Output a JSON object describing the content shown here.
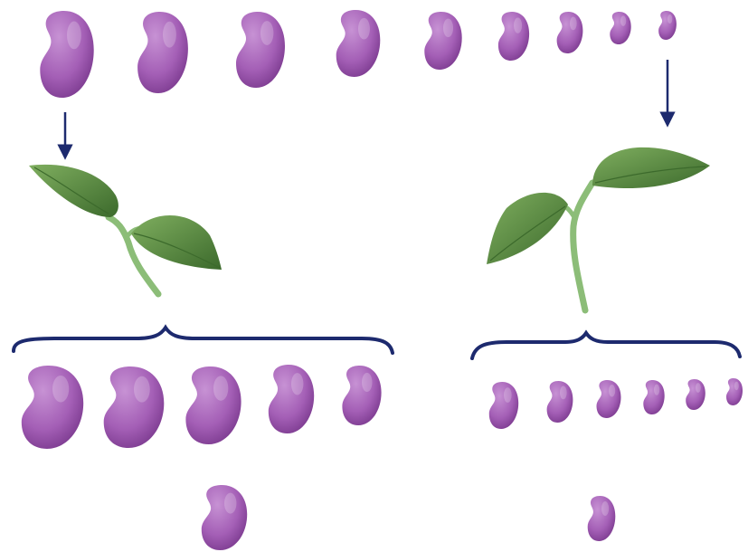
{
  "colors": {
    "bean_light": "#c792d4",
    "bean_mid": "#a45fb6",
    "bean_dark": "#6f2f83",
    "arrow": "#1d2a6e",
    "brace": "#1d2a6e",
    "leaf_light": "#7fae5f",
    "leaf_dark": "#3c6a2c",
    "stem": "#8cbd78"
  },
  "diagram": {
    "parent_row": {
      "bean_count": 9,
      "order": "largest-to-smallest"
    },
    "arrows": [
      {
        "from": "largest-parent-bean",
        "to": "left-plant"
      },
      {
        "from": "smallest-parent-bean",
        "to": "right-plant"
      }
    ],
    "offspring_groups": [
      {
        "side": "left",
        "source": "largest",
        "bean_count": 5,
        "average_bean": "large"
      },
      {
        "side": "right",
        "source": "smallest",
        "bean_count": 6,
        "average_bean": "small"
      }
    ]
  }
}
